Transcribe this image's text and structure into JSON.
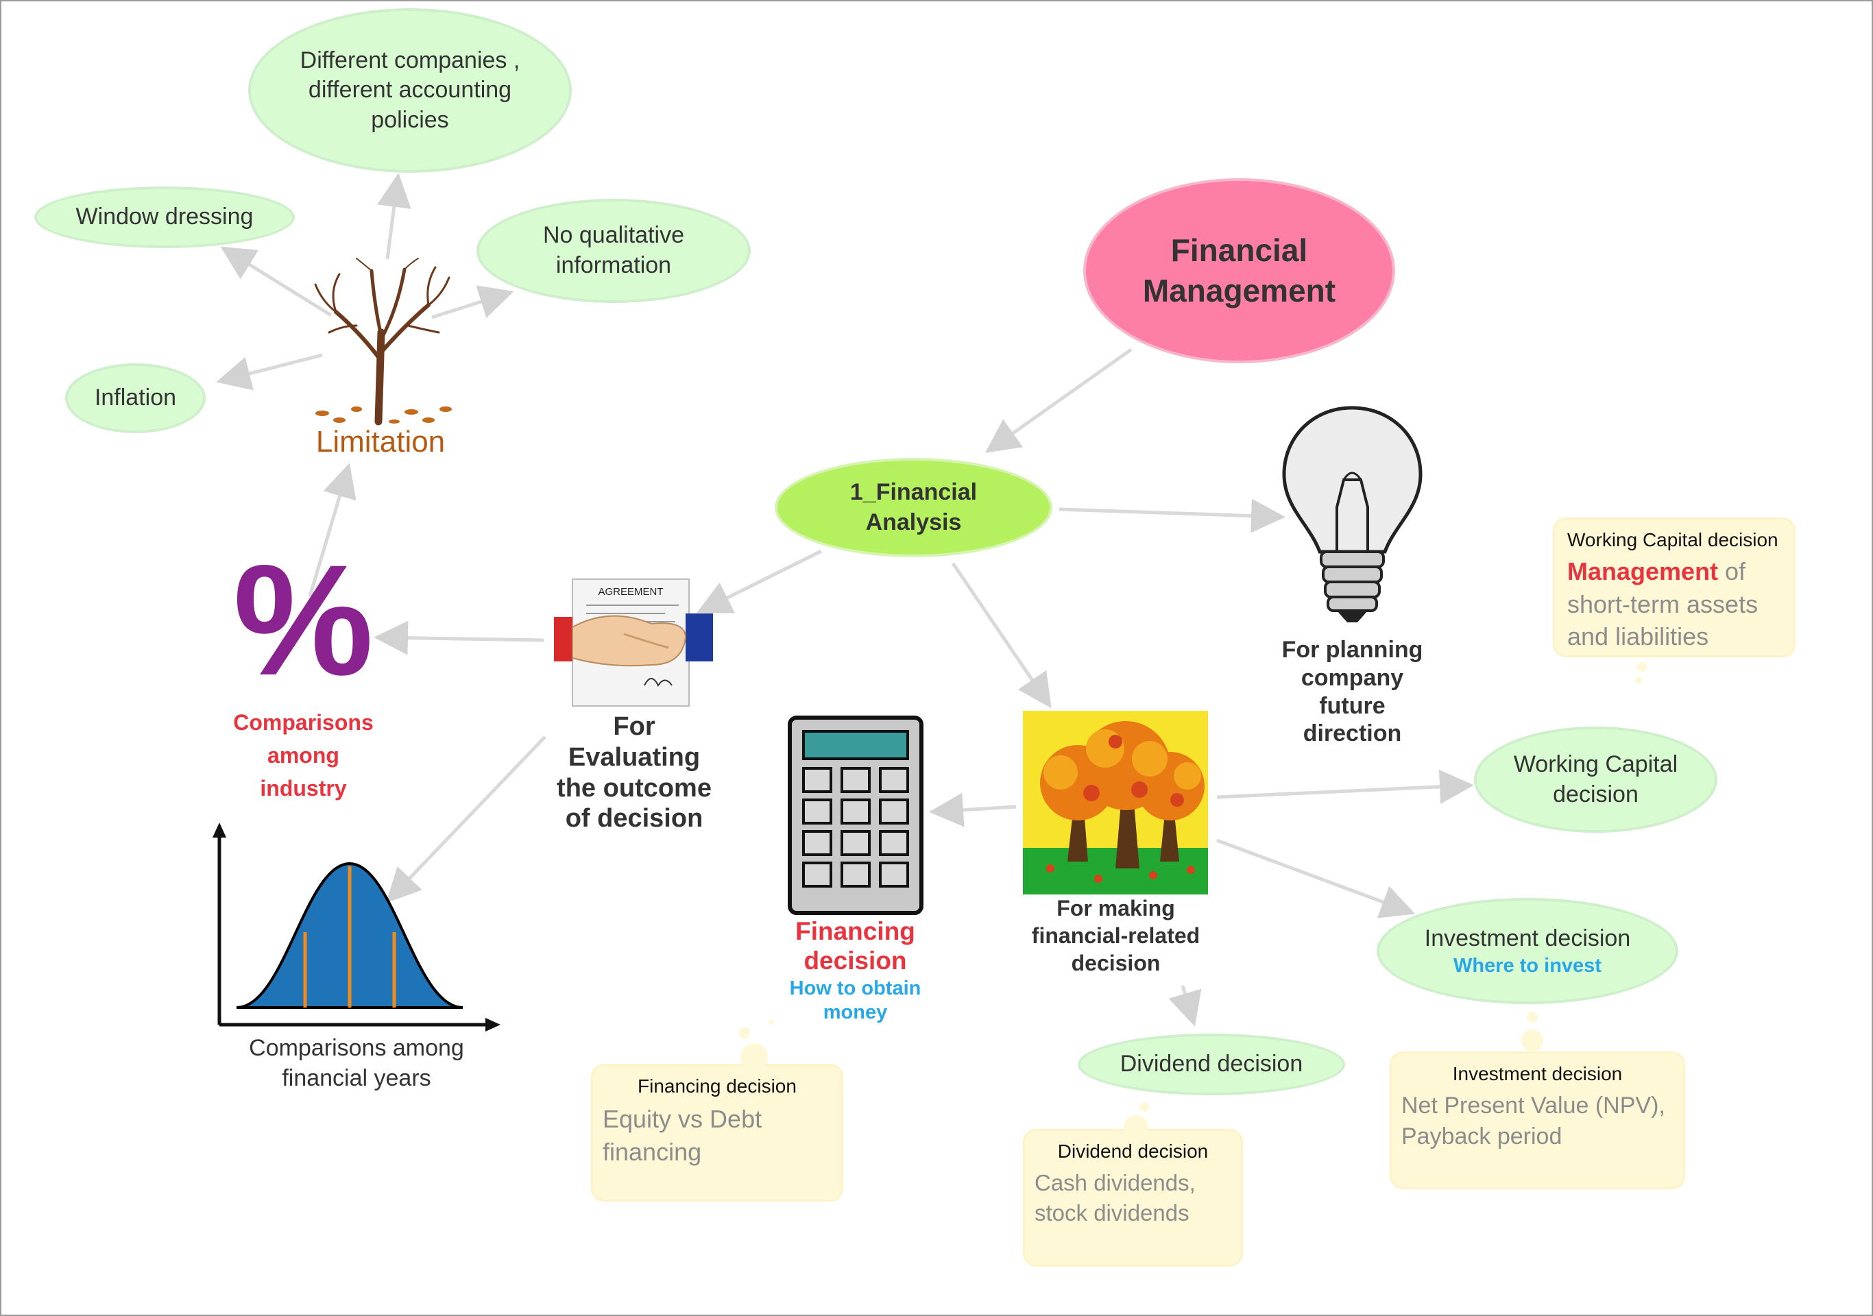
{
  "nodes": {
    "financial_management": "Financial\nManagement",
    "financial_analysis": "1_Financial\nAnalysis",
    "limitation": "Limitation",
    "different_companies": "Different companies ,\ndifferent accounting\npolicies",
    "window_dressing": "Window dressing",
    "no_qualitative": "No qualitative\ninformation",
    "inflation": "Inflation",
    "comparisons_industry": "Comparisons\namong\nindustry",
    "evaluating": "For\nEvaluating\nthe outcome\nof decision",
    "comparisons_years": "Comparisons among\nfinancial years",
    "planning": "For planning\ncompany\nfuture\ndirection",
    "making_decision": "For making\nfinancial-related\ndecision",
    "financing_decision": "Financing\ndecision",
    "financing_sub": "How to obtain\nmoney",
    "working_capital": "Working Capital\ndecision",
    "investment_decision": "Investment decision",
    "investment_sub": "Where to invest",
    "dividend_decision": "Dividend decision"
  },
  "notes": {
    "working_capital": {
      "title": "Working Capital decision",
      "em": "Management",
      "body_rest": " of\nshort-term assets\nand liabilities"
    },
    "financing": {
      "title": "Financing decision",
      "body": "Equity vs Debt\nfinancing"
    },
    "dividend": {
      "title": "Dividend decision",
      "body": "Cash dividends,\nstock dividends"
    },
    "investment": {
      "title": "Investment decision",
      "body": "Net Present Value (NPV),\nPayback period"
    }
  },
  "icons": {
    "tree": "bare-tree-icon",
    "percent": "percent-icon",
    "handshake": "handshake-agreement-icon",
    "agreement_text": "AGREEMENT",
    "bell_curve": "bell-curve-chart-icon",
    "lightbulb": "lightbulb-icon",
    "calculator": "calculator-icon",
    "autumn_trees": "autumn-trees-icon"
  },
  "colors": {
    "center": "#fe7fa6",
    "analysis": "#b5f05f",
    "green_bubble": "#d9fbd2",
    "note": "#fff8d6",
    "accent_red": "#e8343f",
    "accent_blue": "#27a7e8",
    "limitation_brown": "#b65a13",
    "percent_purple": "#8a2290"
  }
}
